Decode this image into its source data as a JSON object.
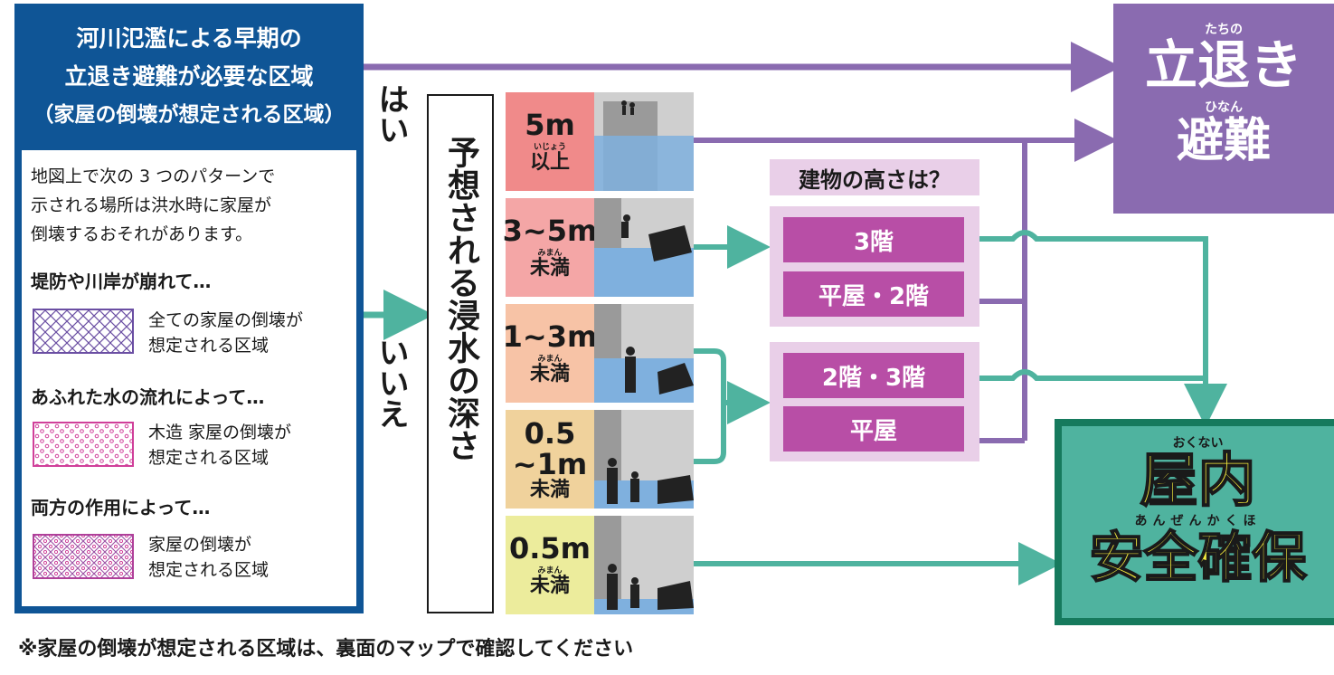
{
  "panel": {
    "title_line1": "河川氾濫による早期の",
    "title_line2": "立退き避難が必要な区域",
    "title_line3": "（家屋の倒壊が想定される区域）",
    "intro_line1": "地図上で次の 3 つのパターンで",
    "intro_line2": "示される場所は洪水時に家屋が",
    "intro_line3": "倒壊するおそれがあります。",
    "patterns": [
      {
        "heading": "堤防や川岸が崩れて…",
        "line1": "全ての家屋の倒壊が",
        "line2": "想定される区域",
        "style": "crosshatch",
        "color": "#6b4fa3"
      },
      {
        "heading": "あふれた水の流れによって…",
        "line1": "木造 家屋の倒壊が",
        "line2": "想定される区域",
        "style": "dots",
        "color": "#d0409a"
      },
      {
        "heading": "両方の作用によって…",
        "line1": "家屋の倒壊が",
        "line2": "想定される区域",
        "style": "crosshatch-dots",
        "color": "#b0409a"
      }
    ]
  },
  "answers": {
    "yes": "はい",
    "no": "いいえ"
  },
  "depth_title": "予想される浸水の深さ",
  "depths": [
    {
      "value": "5m",
      "sub": "以上",
      "sub_ruby": "いじょう",
      "color": "#f08a8a"
    },
    {
      "value": "3~5m",
      "sub": "未満",
      "sub_ruby": "みまん",
      "color": "#f4a6a6"
    },
    {
      "value": "1~3m",
      "sub": "未満",
      "sub_ruby": "みまん",
      "color": "#f7c3a6"
    },
    {
      "value_line1": "0.5",
      "value_line2": "~1m",
      "sub": "未満",
      "sub_ruby": "みまん",
      "color": "#f0d29c"
    },
    {
      "value": "0.5m",
      "sub": "未満",
      "sub_ruby": "みまん",
      "color": "#ecec9c"
    }
  ],
  "building": {
    "question": "建物の高さは？",
    "group1": [
      "3階",
      "平屋・2階"
    ],
    "group2": [
      "2階・3階",
      "平屋"
    ]
  },
  "outcomes": {
    "evacuate_line1": "立退き",
    "evacuate_line2": "避難",
    "stay_line1": "屋内",
    "stay_line2": "安全確保"
  },
  "footnote": "※家屋の倒壊が想定される区域は、裏面のマップで確認してください",
  "colors": {
    "purple": "#8a6bb0",
    "teal": "#4fb39f",
    "navy": "#0f5596",
    "magenta": "#b84ea6"
  }
}
